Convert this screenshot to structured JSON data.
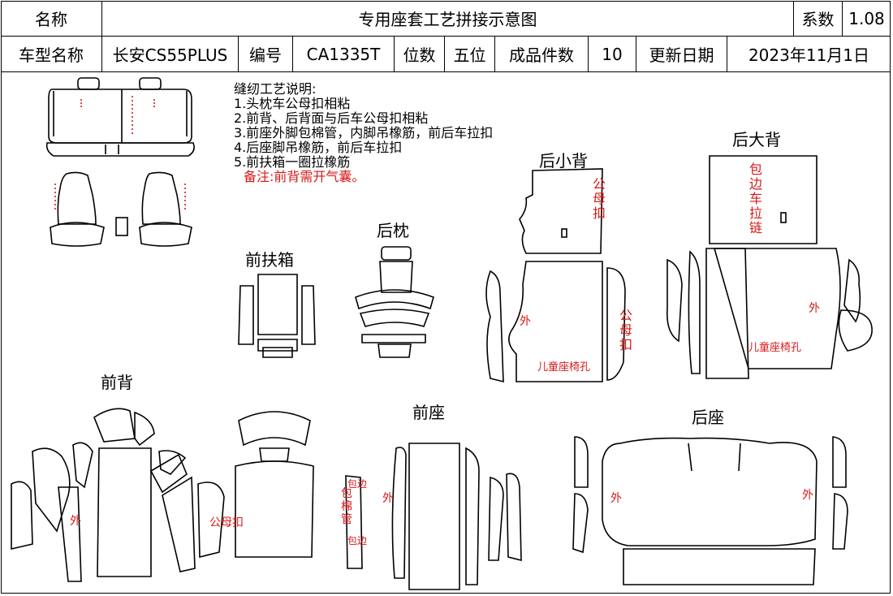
{
  "header": {
    "name_label": "名称",
    "doc_title": "专用座套工艺拼接示意图",
    "coef_label": "系数",
    "coef_value": "1.08",
    "model_label": "车型名称",
    "model_value": "长安CS55PLUS",
    "code_label": "编号",
    "code_value": "CA1335T",
    "seats_label": "位数",
    "seats_value": "五位",
    "pieces_label": "成品件数",
    "pieces_value": "10",
    "date_label": "更新日期",
    "date_value": "2023年11月1日"
  },
  "notes": {
    "title": "缝纫工艺说明:",
    "items": [
      "1.头枕车公母扣相粘",
      "2.前背、后背面与后车公母扣相粘",
      "3.前座外脚包棉管，内脚吊橡筋，前后车拉扣",
      "4.后座脚吊橡筋，前后车拉扣",
      "5.前扶箱一圈拉橡筋"
    ],
    "remark": "备注:前背需开气囊。"
  },
  "sections": {
    "rear_small_back": "后小背",
    "rear_big_back": "后大背",
    "rear_headrest": "后枕",
    "front_armrest": "前扶箱",
    "front_back": "前背",
    "front_seat": "前座",
    "rear_seat": "后座"
  },
  "annotations": {
    "male_female_snap": "公母扣",
    "outer": "外",
    "child_seat_hole": "儿童座椅孔",
    "edge_zipper": "包边车拉链",
    "piping": "包边",
    "cotton_tube": "包棉管"
  }
}
